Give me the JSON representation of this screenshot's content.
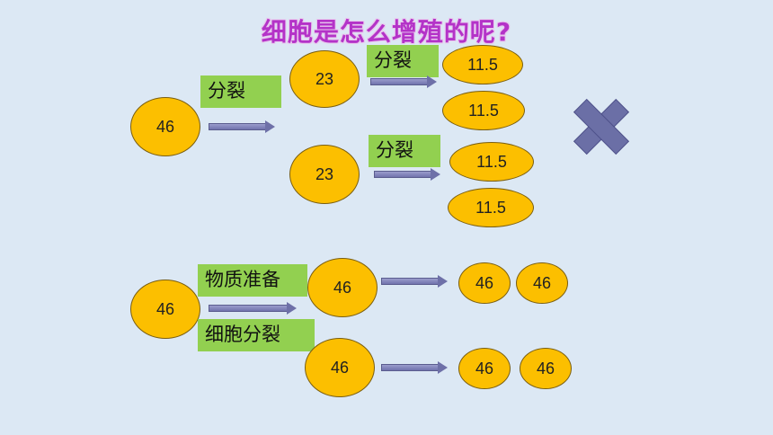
{
  "title": "细胞是怎么增殖的呢?",
  "labels": {
    "split": "分裂",
    "material_prep": "物质准备",
    "cell_division": "细胞分裂"
  },
  "top": {
    "parent": "46",
    "daughters": [
      "23",
      "23"
    ],
    "grand": [
      "11.5",
      "11.5",
      "11.5",
      "11.5"
    ]
  },
  "bottom": {
    "parent": "46",
    "daughters": [
      "46",
      "46"
    ],
    "grand": [
      "46",
      "46",
      "46",
      "46"
    ]
  },
  "colors": {
    "cell_fill": "#fcbf00",
    "label_fill": "#92d050",
    "title": "#b433c8",
    "arrow": "#7173ad",
    "cross": "#6b6fa6"
  },
  "icons": {
    "wrong_mark": "cross-icon"
  }
}
